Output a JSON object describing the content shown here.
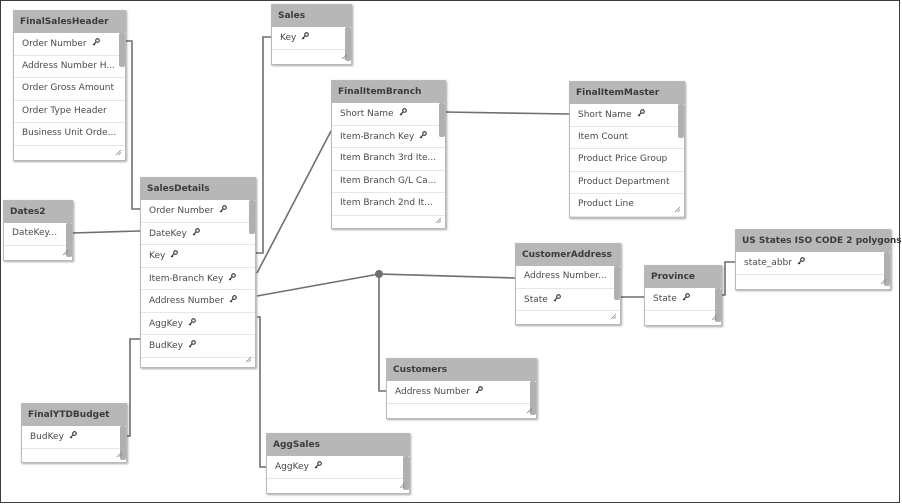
{
  "tables": {
    "final_sales_header": {
      "title": "FinalSalesHeader",
      "fields": [
        {
          "name": "Order Number",
          "key": true
        },
        {
          "name": "Address Number H...",
          "key": false
        },
        {
          "name": "Order Gross Amount",
          "key": false
        },
        {
          "name": "Order Type Header",
          "key": false
        },
        {
          "name": "Business Unit Orde...",
          "key": false
        }
      ]
    },
    "sales": {
      "title": "Sales",
      "fields": [
        {
          "name": "Key",
          "key": true
        }
      ]
    },
    "final_item_branch": {
      "title": "FinalItemBranch",
      "fields": [
        {
          "name": "Short Name",
          "key": true
        },
        {
          "name": "Item-Branch Key",
          "key": true
        },
        {
          "name": "Item Branch 3rd Ite...",
          "key": false
        },
        {
          "name": "Item Branch G/L Ca...",
          "key": false
        },
        {
          "name": "Item Branch 2nd It...",
          "key": false
        }
      ]
    },
    "final_item_master": {
      "title": "FinalItemMaster",
      "fields": [
        {
          "name": "Short Name",
          "key": true
        },
        {
          "name": "Item Count",
          "key": false
        },
        {
          "name": "Product Price Group",
          "key": false
        },
        {
          "name": "Product Department",
          "key": false
        },
        {
          "name": "Product Line",
          "key": false
        }
      ]
    },
    "dates2": {
      "title": "Dates2",
      "fields": [
        {
          "name": "DateKey...",
          "key": false
        }
      ]
    },
    "sales_details": {
      "title": "SalesDetails",
      "fields": [
        {
          "name": "Order Number",
          "key": true
        },
        {
          "name": "DateKey",
          "key": true
        },
        {
          "name": "Key",
          "key": true
        },
        {
          "name": "Item-Branch Key",
          "key": true
        },
        {
          "name": "Address Number",
          "key": true
        },
        {
          "name": "AggKey",
          "key": true
        },
        {
          "name": "BudKey",
          "key": true
        }
      ]
    },
    "customer_address": {
      "title": "CustomerAddress",
      "fields": [
        {
          "name": "Address Number...",
          "key": false
        },
        {
          "name": "State",
          "key": true
        }
      ]
    },
    "province": {
      "title": "Province",
      "fields": [
        {
          "name": "State",
          "key": true
        }
      ]
    },
    "us_states": {
      "title": "US States ISO CODE 2 polygons",
      "fields": [
        {
          "name": "state_abbr",
          "key": true
        }
      ]
    },
    "customers": {
      "title": "Customers",
      "fields": [
        {
          "name": "Address Number",
          "key": true
        }
      ]
    },
    "final_ytd_budget": {
      "title": "FinalYTDBudget",
      "fields": [
        {
          "name": "BudKey",
          "key": true
        }
      ]
    },
    "agg_sales": {
      "title": "AggSales",
      "fields": [
        {
          "name": "AggKey",
          "key": true
        }
      ]
    }
  },
  "icons": {
    "key": "key-icon",
    "resize": "resize-grip-icon"
  },
  "colors": {
    "header": "#b7b7b7",
    "link": "#6f6f6f",
    "background": "#ffffff"
  }
}
